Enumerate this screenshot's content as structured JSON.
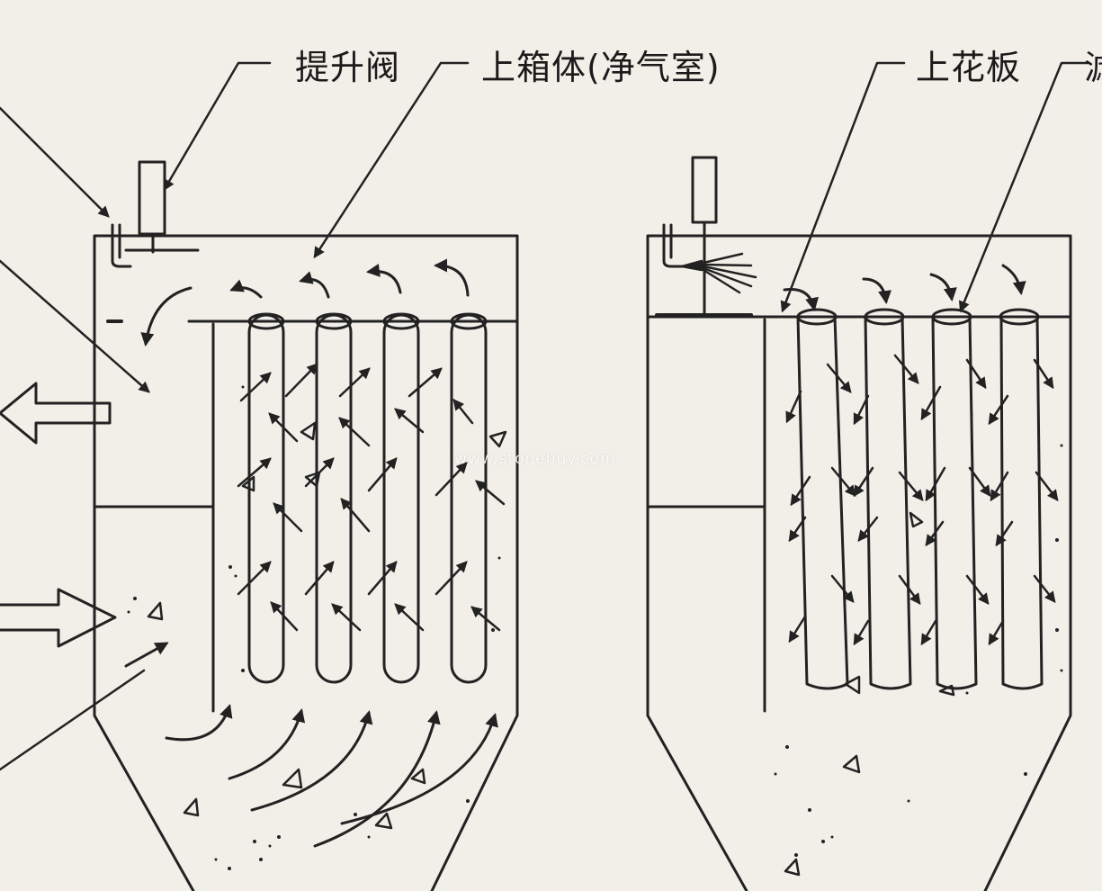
{
  "labels": {
    "lift_valve": "提升阀",
    "upper_box": "上箱体(净气室)",
    "upper_tube_sheet": "上花板",
    "cut_off_label": "滤"
  },
  "watermark": "www.stonebuy.com",
  "colors": {
    "paper": "#f1efe8",
    "ink": "#222222"
  }
}
